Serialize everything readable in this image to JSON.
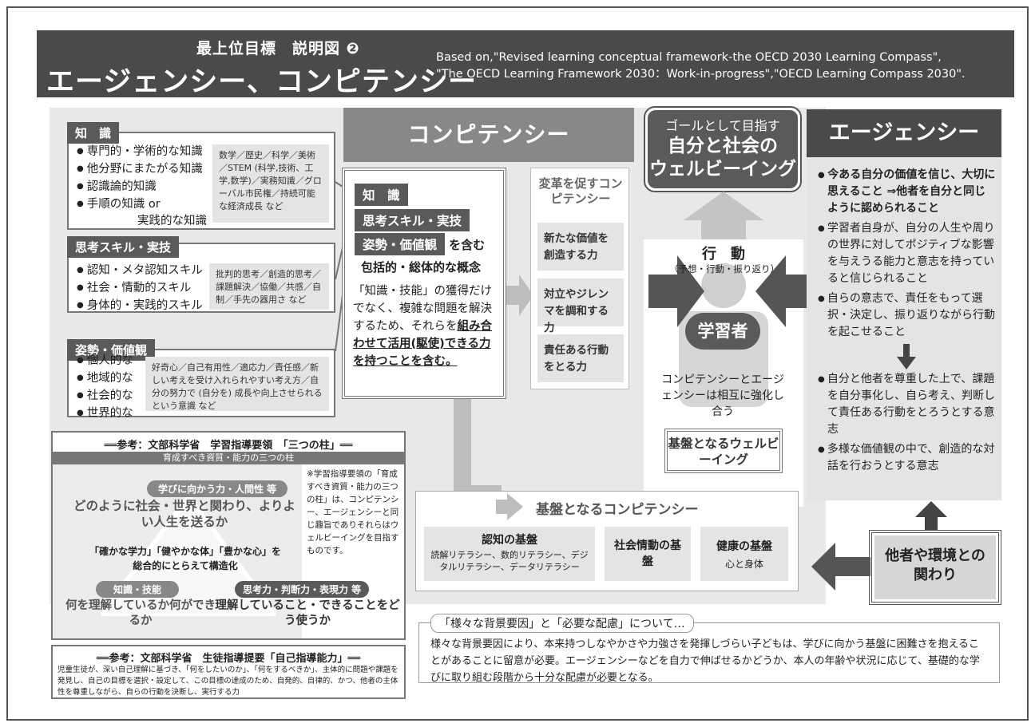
{
  "header": {
    "subtitle": "最上位目標　説明図 ❷",
    "title": "エージェンシー、コンピテンシー",
    "source_line1": "Based on,\"Revised learning conceptual framework-the OECD 2030 Learning Compass\",",
    "source_line2": "\"The OECD Learning Framework 2030：Work-in-progress\",\"OECD Learning Compass 2030\"."
  },
  "knowledge": {
    "label": "知　識",
    "items": [
      "専門的・学術的な知識",
      "他分野にまたがる知識",
      "認識論的知識",
      "手順の知識 or"
    ],
    "item_cont": "実践的な知識",
    "examples": "数学／歴史／科学／美術／STEM (科学,技術、工学,数学)／実務知識／グローバル市民権／持続可能な経済成長 など"
  },
  "skills": {
    "label": "思考スキル・実技",
    "items": [
      "認知・メタ認知スキル",
      "社会・情動的スキル",
      "身体的・実践的スキル"
    ],
    "examples": "批判的思考／創造的思考／課題解決／協働／共感／自制／手先の器用さ など"
  },
  "attitudes": {
    "label": "姿勢・価値観",
    "items": [
      "個人的な",
      "地域的な",
      "社会的な",
      "世界的な"
    ],
    "examples": "好奇心／自己有用性／適応力／責任感／新しい考えを受け入れられやすい考え方／自分の努力で (自分を) 成長や向上させられるという意識 など"
  },
  "competency": {
    "title": "コンピテンシー",
    "tag1": "知　識",
    "tag2": "思考スキル・実技",
    "tag3": "姿勢・価値観",
    "tag3_suffix": "を含む",
    "concept": "包括的・総体的な概念",
    "body": "「知識・技能」の獲得だけでなく、複雑な問題を解決するため、それらを",
    "body_bold": "組み合わせて活用(駆使)できる力を持つことを含む。"
  },
  "transform": {
    "title": "変革を促すコンピテンシー",
    "items": [
      "新たな価値を創造する力",
      "対立やジレンマを調和する力",
      "責任ある行動をとる力"
    ]
  },
  "goal": {
    "line1": "ゴールとして目指す",
    "line2": "自分と社会の",
    "line3": "ウェルビーイング"
  },
  "action": {
    "title": "行　動",
    "sub": "（予想・行動・振り返り）",
    "learner": "学習者",
    "note": "コンピテンシーとエージェンシーは相互に強化し合う",
    "base_wb": "基盤となるウェルビーイング"
  },
  "agency": {
    "title": "エージェンシー",
    "items": [
      "今ある自分の価値を信じ、大切に思えること ⇒他者を自分と同じように認められること",
      "学習者自身が、自分の人生や周りの世界に対してポジティブな影響を与えうる能力と意志を持っていると信じられること",
      "自らの意志で、責任をもって選択・決定し、振り返りながら行動を起こせること",
      "自分と他者を尊重した上で、課題を自分事化し、自ら考え、判断して責任ある行動をとろうとする意志",
      "多様な価値観の中で、創造的な対話を行おうとする意志"
    ]
  },
  "others": {
    "label": "他者や環境との関わり"
  },
  "base_comp": {
    "title": "基盤となるコンピテンシー",
    "cog_title": "認知の基盤",
    "cog_sub": "読解リテラシー、数的リテラシー、デジタルリテラシー、データリテラシー",
    "social_title": "社会情動の基盤",
    "health_title": "健康の基盤",
    "health_sub": "心と身体"
  },
  "ref1": {
    "title": "══参考：文部科学省　学習指導要領　「三つの柱」══",
    "band": "育成すべき資質・能力の三つの柱",
    "pill1": "学びに向かう力・人間性 等",
    "big1": "どのように社会・世界と関わり、よりよい人生を送るか",
    "mid": "「確かな学力」「健やかな体」「豊かな心」を総合的にとらえて構造化",
    "pill2": "知識・技能",
    "big2": "何を理解しているか何ができるか",
    "pill3": "思考力・判断力・表現力 等",
    "big3": "理解していること・できることをどう使うか",
    "note": "※学習指導要領の「育成すべき資質・能力の三つの柱」は、コンピテンシー、エージェンシーと同じ趣旨でありそれらはウェルビーイングを目指すものです。"
  },
  "ref2": {
    "title": "══参考：文部科学省　生徒指導提要「自己指導能力」══",
    "body": "児童生徒が、深い自己理解に基づき、「何をしたいのか」、「何をするべきか」、主体的に問題や課題を発見し、自己の目標を選択・設定して、この目標の達成のため、自発的、自律的、かつ、他者の主体性を尊重しながら、自らの行動を決断し、実行する力"
  },
  "background": {
    "title": "「様々な背景要因」と「必要な配慮」について…",
    "body": "様々な背景要因により、本来持つしなやかさや力強さを発揮しづらい子どもは、学びに向かう基盤に困難さを抱えることがあることに留意が必要。エージェンシーなどを自力で伸ばせるかどうか、本人の年齢や状況に応じて、基礎的な学びに取り組む段階から十分な配慮が必要となる。"
  }
}
